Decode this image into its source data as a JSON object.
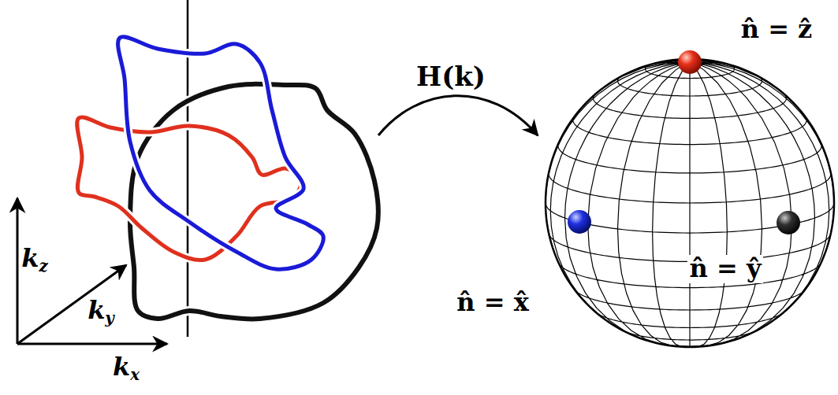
{
  "diagram": {
    "labels": [
      "H(k)",
      "n̂ = ẑ",
      "kz",
      "n̂ = x̂",
      "n̂ = ŷ",
      "ky",
      "kx"
    ]
  }
}
